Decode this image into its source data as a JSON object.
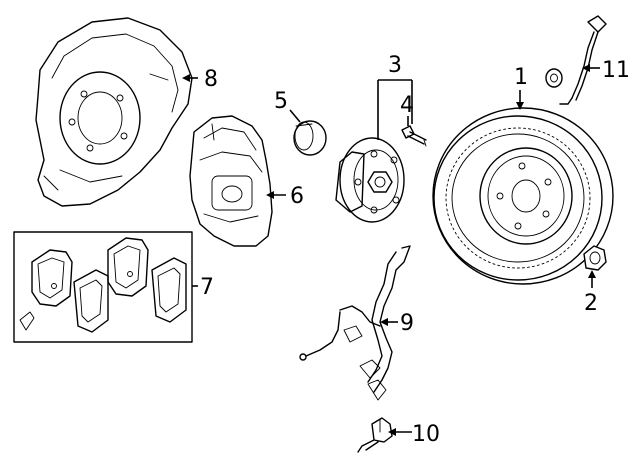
{
  "callouts": {
    "rotor": "1",
    "nut": "2",
    "hub_bearing": "3",
    "hub_bolt": "4",
    "dust_cap": "5",
    "caliper": "6",
    "pad_kit": "7",
    "splash_shield": "8",
    "sensor_harness": "9",
    "abs_sensor": "10",
    "brake_hose": "11"
  }
}
